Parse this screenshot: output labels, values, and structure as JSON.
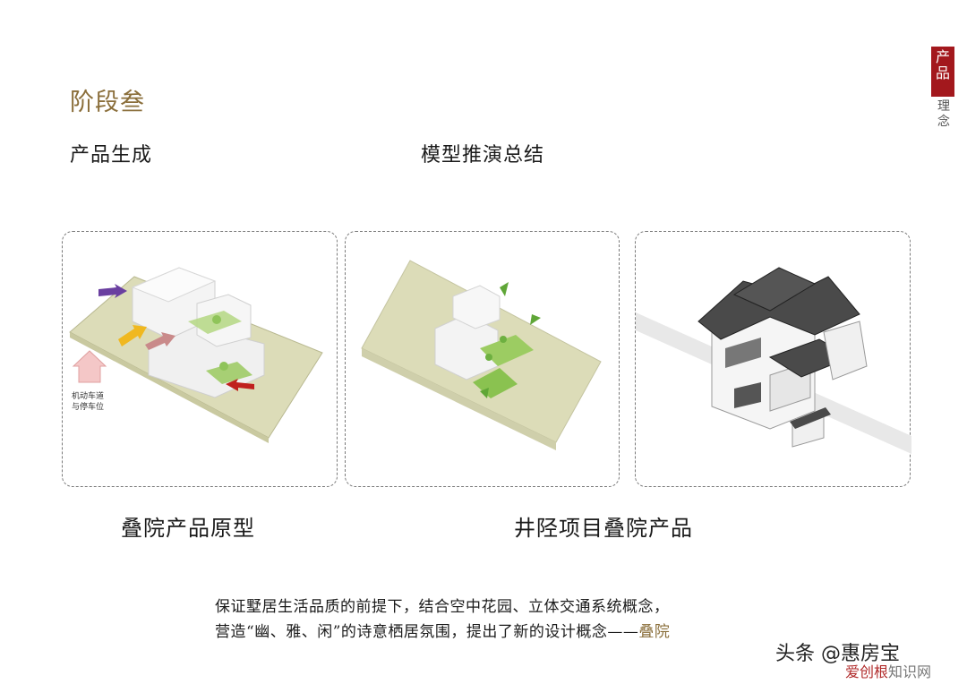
{
  "header": {
    "stage_title": "阶段叁",
    "left_heading": "产品生成",
    "center_heading": "模型推演总结"
  },
  "seal": {
    "chars": [
      "产",
      "品"
    ],
    "sub_chars": [
      "理",
      "念"
    ],
    "color": "#a3181d"
  },
  "panels": [
    {
      "id": "massing-diagram",
      "labels": [
        "机动车道",
        "与停车位"
      ]
    },
    {
      "id": "terrain-model"
    },
    {
      "id": "house-render"
    }
  ],
  "captions": {
    "left": "叠院产品原型",
    "right": "井陉项目叠院产品"
  },
  "description": {
    "line1": "保证墅居生活品质的前提下，结合空中花园、立体交通系统概念，",
    "line2_prefix": "营造“幽、雅、闲”的诗意栖居氛围，提出了新的设计概念——",
    "line2_highlight": "叠院"
  },
  "watermark": {
    "main": "头条 @惠房宝",
    "sub_red": "爱创根",
    "sub_gray": "知识网"
  },
  "colors": {
    "accent_gold": "#8a6e3a",
    "green": "#8fc45a",
    "ground": "#dcdcb8"
  }
}
